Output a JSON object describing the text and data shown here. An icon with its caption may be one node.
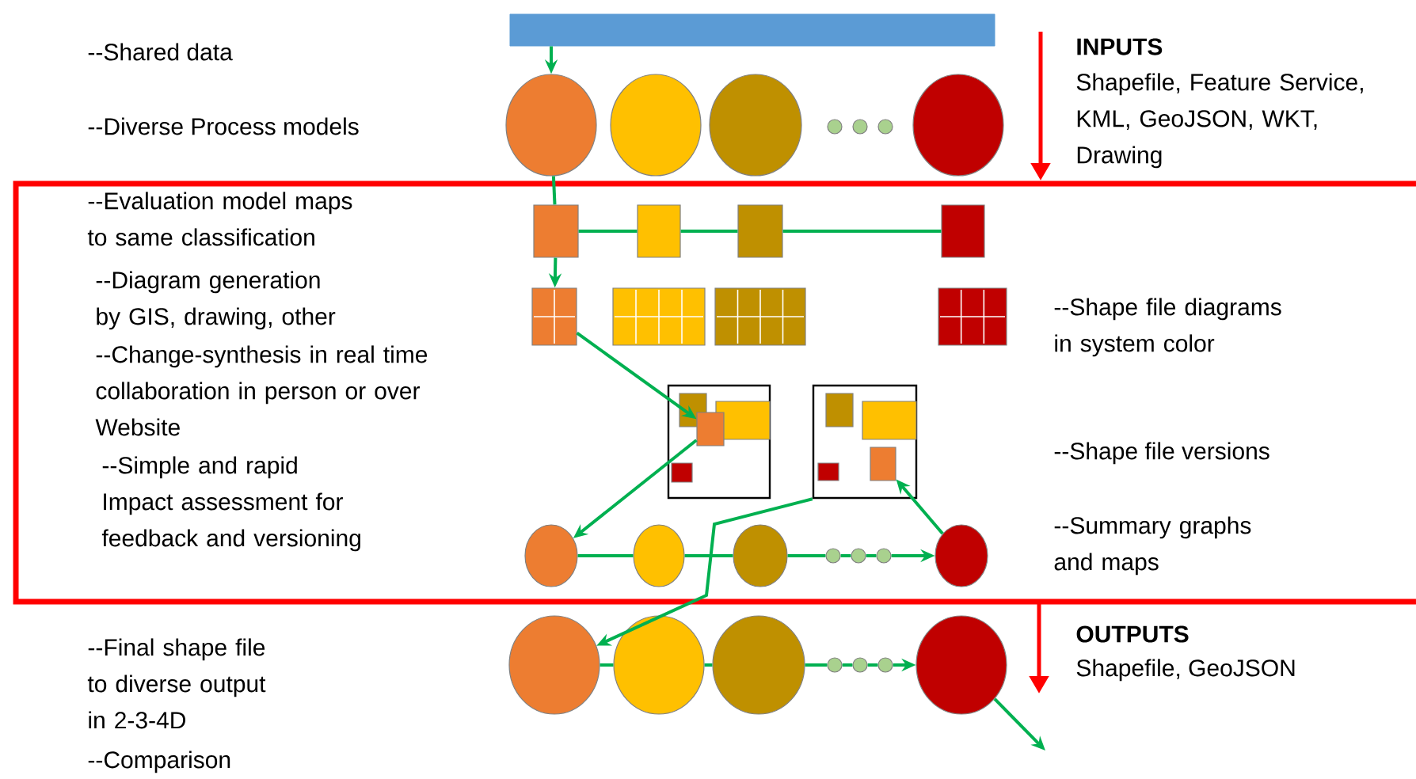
{
  "diagram": {
    "nodes": [
      {
        "text": [],
        "shape": "bar"
      },
      {
        "text": [],
        "shape": "circle"
      },
      {
        "text": [],
        "shape": "circle"
      },
      {
        "text": [],
        "shape": "circle"
      },
      {
        "text": [],
        "shape": "circle"
      },
      {
        "text": [],
        "shape": "circle"
      },
      {
        "text": [],
        "shape": "circle"
      },
      {
        "text": [],
        "shape": "circle"
      },
      {
        "text": [],
        "shape": "box"
      },
      {
        "text": [],
        "shape": "box"
      },
      {
        "text": [],
        "shape": "box"
      },
      {
        "text": [],
        "shape": "box"
      },
      {
        "text": [],
        "shape": "box"
      },
      {
        "text": [],
        "shape": "box"
      },
      {
        "text": [],
        "shape": "box"
      },
      {
        "text": [],
        "shape": "box"
      },
      {
        "text": [],
        "shape": "box"
      },
      {
        "text": [],
        "shape": "box",
        "in": 16
      },
      {
        "text": [],
        "shape": "box",
        "in": 16
      },
      {
        "text": [],
        "shape": "box",
        "in": 16
      },
      {
        "text": [],
        "shape": "box",
        "in": 16
      },
      {
        "text": [],
        "shape": "box"
      },
      {
        "text": [],
        "shape": "box",
        "in": 21
      },
      {
        "text": [],
        "shape": "box",
        "in": 21
      },
      {
        "text": [],
        "shape": "box",
        "in": 21
      },
      {
        "text": [],
        "shape": "box",
        "in": 21
      },
      {
        "text": [],
        "shape": "circle"
      },
      {
        "text": [],
        "shape": "circle"
      },
      {
        "text": [],
        "shape": "circle"
      },
      {
        "text": [],
        "shape": "circle"
      },
      {
        "text": [],
        "shape": "circle"
      },
      {
        "text": [],
        "shape": "circle"
      },
      {
        "text": [],
        "shape": "circle"
      },
      {
        "text": [],
        "shape": "circle"
      },
      {
        "text": [],
        "shape": "circle"
      },
      {
        "text": [],
        "shape": "circle"
      },
      {
        "text": [],
        "shape": "circle"
      },
      {
        "text": [],
        "shape": "circle"
      },
      {
        "text": [],
        "shape": "circle"
      },
      {
        "text": [],
        "shape": "circle"
      }
    ],
    "edges": [
      {
        "from": 0,
        "to": 1,
        "arrow": "to"
      },
      {
        "from": 1,
        "to": 8,
        "arrow": "none"
      },
      {
        "from": 8,
        "to": 12,
        "arrow": "to"
      },
      {
        "from": 8,
        "to": 9,
        "arrow": "none"
      },
      {
        "from": 9,
        "to": 10,
        "arrow": "none"
      },
      {
        "from": 10,
        "to": 11,
        "arrow": "none"
      },
      {
        "from": 12,
        "to": 19,
        "arrow": "to"
      },
      {
        "from": 19,
        "to": 26,
        "arrow": "to"
      },
      {
        "from": 26,
        "to": 27,
        "arrow": "none"
      },
      {
        "from": 27,
        "to": 28,
        "arrow": "none"
      },
      {
        "from": 28,
        "to": 29,
        "arrow": "none"
      },
      {
        "from": 29,
        "to": 30,
        "arrow": "none"
      },
      {
        "from": 30,
        "to": 31,
        "arrow": "none"
      },
      {
        "from": 31,
        "to": 32,
        "arrow": "to"
      },
      {
        "from": 32,
        "to": 24,
        "arrow": "to"
      },
      {
        "from": 21,
        "to": 33,
        "arrow": "to"
      },
      {
        "from": 33,
        "to": 34,
        "arrow": "none"
      },
      {
        "from": 34,
        "to": 35,
        "arrow": "none"
      },
      {
        "from": 35,
        "to": 36,
        "arrow": "none"
      },
      {
        "from": 36,
        "to": 37,
        "arrow": "none"
      },
      {
        "from": 37,
        "to": 38,
        "arrow": "none"
      },
      {
        "from": 38,
        "to": 39,
        "arrow": "to"
      },
      {
        "from": 39,
        "to": null,
        "arrow": "to"
      }
    ],
    "labels": [
      "--Shared data",
      "--Diverse Process models",
      "--Evaluation model maps to same classification",
      "--Diagram generation by GIS, drawing, other",
      "--Change-synthesis in real time collaboration in person or over Website",
      "--Simple and rapid Impact assessment for feedback and versioning",
      "--Final shape file to diverse output in 2-3-4D",
      "--Comparison",
      "INPUTS",
      "Shapefile, Feature Service, KML, GeoJSON, WKT, Drawing",
      "--Shape file diagrams in system color",
      "--Shape file versions",
      "--Summary graphs and maps",
      "OUTPUTS",
      "Shapefile, GeoJSON"
    ]
  }
}
